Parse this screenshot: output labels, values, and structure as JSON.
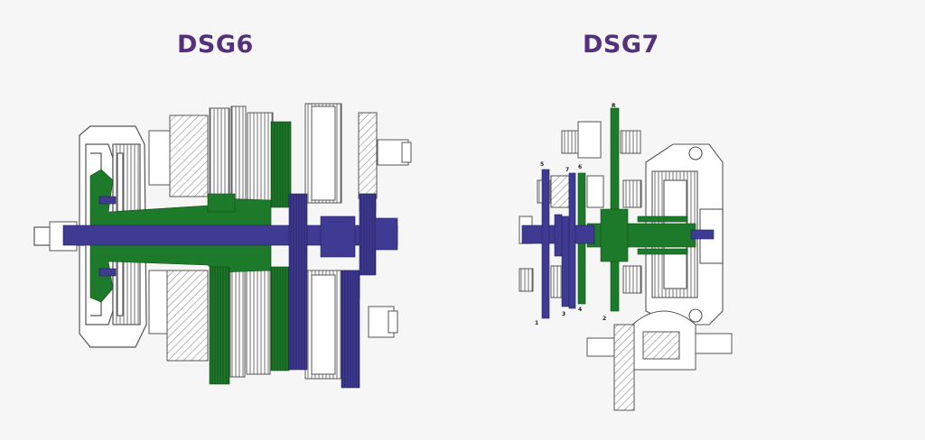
{
  "diagram": {
    "left": {
      "title": "DSG6"
    },
    "right": {
      "title": "DSG7",
      "gear_labels": [
        "R",
        "5",
        "7",
        "6",
        "1",
        "3",
        "4",
        "2"
      ]
    }
  },
  "colors": {
    "title": "#55307d",
    "shaft_blue": "#403b92",
    "shaft_green": "#1d7a2a",
    "outline": "#555555",
    "background": "#f6f6f6"
  }
}
